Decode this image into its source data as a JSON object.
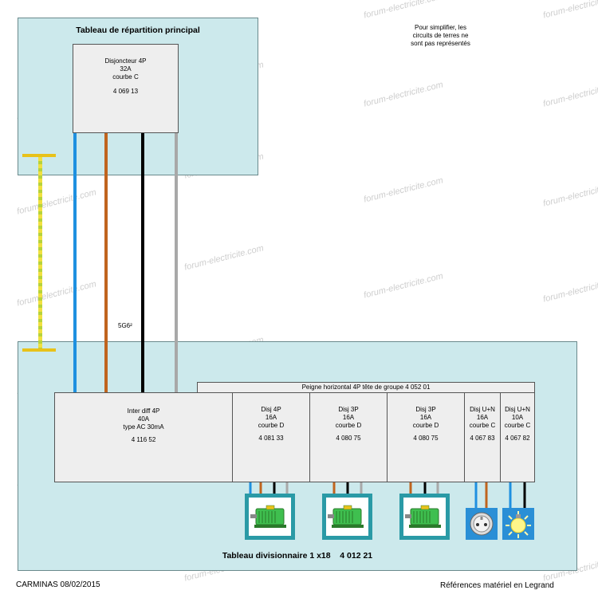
{
  "main_panel": {
    "title": "Tableau de répartition principal",
    "breaker": {
      "line1": "Disjoncteur 4P",
      "line2": "32A",
      "line3": "courbe C",
      "ref": "4 069 13"
    }
  },
  "note": [
    "Pour simplifier, les",
    "circuits de terres ne",
    "sont pas représentés"
  ],
  "cable_label": "5G6²",
  "sub_panel": {
    "title": "Tableau divisionnaire 1 x18    4 012 21",
    "comb": "Peigne horizontal 4P tête de groupe 4 052 01",
    "inter_diff": {
      "line1": "Inter diff 4P",
      "line2": "40A",
      "line3": "type AC 30mA",
      "ref": "4 116 52"
    },
    "breakers": [
      {
        "line1": "Disj 4P",
        "line2": "16A",
        "line3": "courbe D",
        "ref": "4 081 33"
      },
      {
        "line1": "Disj 3P",
        "line2": "16A",
        "line3": "courbe D",
        "ref": "4 080 75"
      },
      {
        "line1": "Disj 3P",
        "line2": "16A",
        "line3": "courbe D",
        "ref": "4 080 75"
      },
      {
        "line1": "Disj U+N",
        "line2": "16A",
        "line3": "courbe C",
        "ref": "4 067 83"
      },
      {
        "line1": "Disj U+N",
        "line2": "10A",
        "line3": "courbe C",
        "ref": "4 067 82"
      }
    ]
  },
  "watermark": "forum-electricite.com",
  "footer": {
    "left": "CARMINAS 08/02/2015",
    "right": "Références matériel en Legrand"
  },
  "colors": {
    "panel": "#cce9ec",
    "blue": "#1e90e0",
    "brown": "#c0641e",
    "black": "#000000",
    "grey": "#a8a8a8",
    "earth": "#f0e040",
    "device_frame": "#2a9aa6",
    "motor": "#3fbf4f"
  },
  "icons": [
    "motor-icon",
    "motor-icon",
    "motor-icon",
    "socket-icon",
    "lamp-icon"
  ]
}
